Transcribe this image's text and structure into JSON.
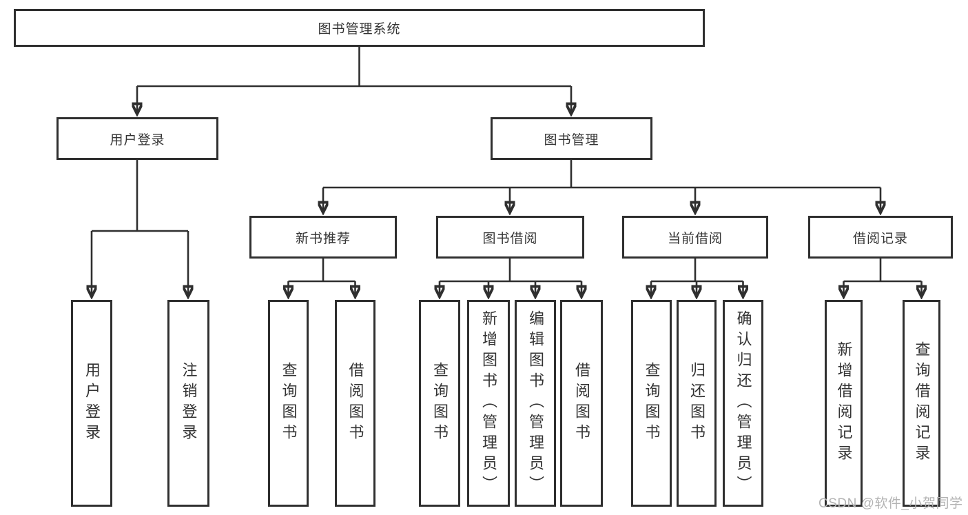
{
  "tree": {
    "label": "图书管理系统",
    "children": [
      {
        "label": "用户登录",
        "children": [
          {
            "label": "用户登录"
          },
          {
            "label": "注销登录"
          }
        ]
      },
      {
        "label": "图书管理",
        "children": [
          {
            "label": "新书推荐",
            "children": [
              {
                "label": "查询图书"
              },
              {
                "label": "借阅图书"
              }
            ]
          },
          {
            "label": "图书借阅",
            "children": [
              {
                "label": "查询图书"
              },
              {
                "label": "新增图书（管理员）"
              },
              {
                "label": "编辑图书（管理员）"
              },
              {
                "label": "借阅图书"
              }
            ]
          },
          {
            "label": "当前借阅",
            "children": [
              {
                "label": "查询图书"
              },
              {
                "label": "归还图书"
              },
              {
                "label": "确认归还（管理员）"
              }
            ]
          },
          {
            "label": "借阅记录",
            "children": [
              {
                "label": "新增借阅记录"
              },
              {
                "label": "查询借阅记录"
              }
            ]
          }
        ]
      }
    ]
  },
  "watermark": {
    "text": "CSDN @软件_小贺同学"
  },
  "colors": {
    "line": "#2f2f2f",
    "text": "#333333",
    "watermark": "#b3b3b3",
    "background": "#ffffff"
  }
}
